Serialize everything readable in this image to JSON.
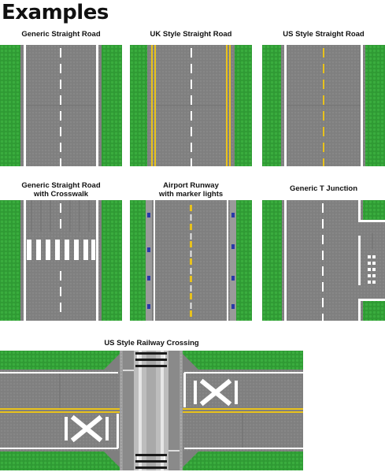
{
  "page": {
    "title": "Examples"
  },
  "examples": [
    {
      "caption": "Generic Straight Road"
    },
    {
      "caption": "UK Style Straight Road"
    },
    {
      "caption": "US Style Straight Road"
    },
    {
      "caption_line1": "Generic Straight Road",
      "caption_line2": "with Crosswalk"
    },
    {
      "caption_line1": "Airport Runway",
      "caption_line2": "with marker lights"
    },
    {
      "caption": "Generic T Junction"
    },
    {
      "caption": "US Style Railway Crossing"
    }
  ],
  "colors": {
    "grass": "#2f9a34",
    "road": "#7f7f7f",
    "white_line": "#ffffff",
    "yellow_line": "#e8c21c",
    "rail_bed": "#b4b4b4",
    "runway_light_blue": "#2a3aa8"
  }
}
